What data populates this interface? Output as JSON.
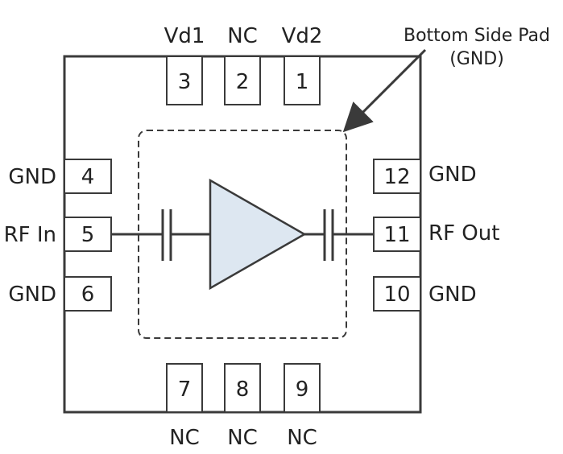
{
  "diagram": {
    "pad_label_line1": "Bottom Side Pad",
    "pad_label_line2": "(GND)",
    "pins": [
      {
        "number": "3",
        "label": "Vd1"
      },
      {
        "number": "2",
        "label": "NC"
      },
      {
        "number": "1",
        "label": "Vd2"
      },
      {
        "number": "4",
        "label": "GND"
      },
      {
        "number": "5",
        "label": "RF In"
      },
      {
        "number": "6",
        "label": "GND"
      },
      {
        "number": "12",
        "label": "GND"
      },
      {
        "number": "11",
        "label": "RF Out"
      },
      {
        "number": "10",
        "label": "GND"
      },
      {
        "number": "7",
        "label": "NC"
      },
      {
        "number": "8",
        "label": "NC"
      },
      {
        "number": "9",
        "label": "NC"
      }
    ],
    "colors": {
      "amplifier_fill": "#dde7f1",
      "outline": "#3a3a3a"
    }
  }
}
